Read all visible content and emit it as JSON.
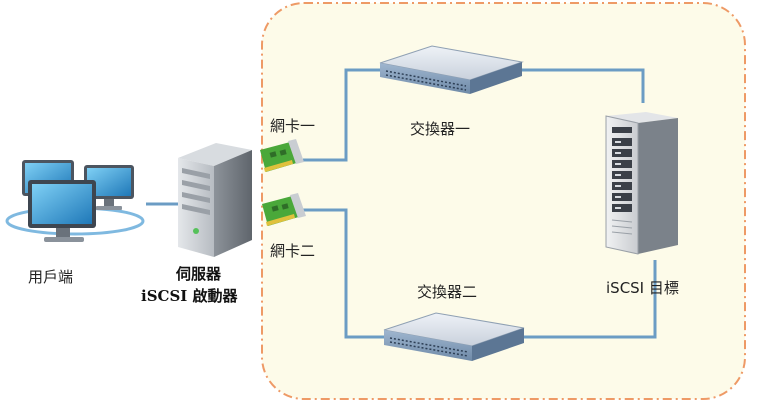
{
  "labels": {
    "client": "用戶端",
    "server_title": "伺服器",
    "server_subtitle": "iSCSI 啟動器",
    "nic_one": "網卡一",
    "nic_two": "網卡二",
    "switch_one": "交換器一",
    "switch_two": "交換器二",
    "target": "iSCSI 目標"
  },
  "colors": {
    "network_zone_fill": "#fdfbe9",
    "network_zone_border": "#ee9a66",
    "link_line": "#6b9cc4",
    "nic_board": "#4aa83a"
  },
  "icons": {
    "client": "desktop-computers-icon",
    "server": "tower-server-icon",
    "nic": "network-card-icon",
    "switch": "network-switch-icon",
    "target": "storage-rack-icon"
  }
}
